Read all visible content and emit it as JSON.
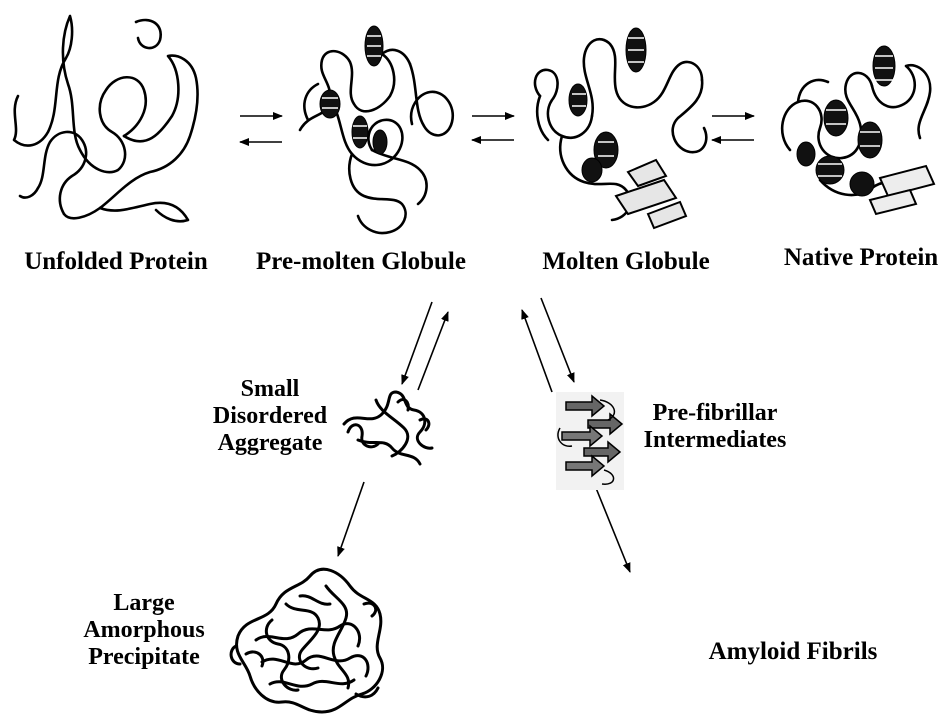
{
  "states": {
    "unfolded": "Unfolded Protein",
    "premolten": "Pre-molten Globule",
    "molten": "Molten Globule",
    "native": "Native Protein"
  },
  "aggregates": {
    "small_line1": "Small",
    "small_line2": "Disordered",
    "small_line3": "Aggregate",
    "prefibrillar_line1": "Pre-fibrillar",
    "prefibrillar_line2": "Intermediates",
    "large_line1": "Large",
    "large_line2": "Amorphous",
    "large_line3": "Precipitate",
    "amyloid": "Amyloid Fibrils"
  },
  "colors": {
    "ink": "#000000",
    "background": "#ffffff",
    "strand_fill": "#666666"
  }
}
